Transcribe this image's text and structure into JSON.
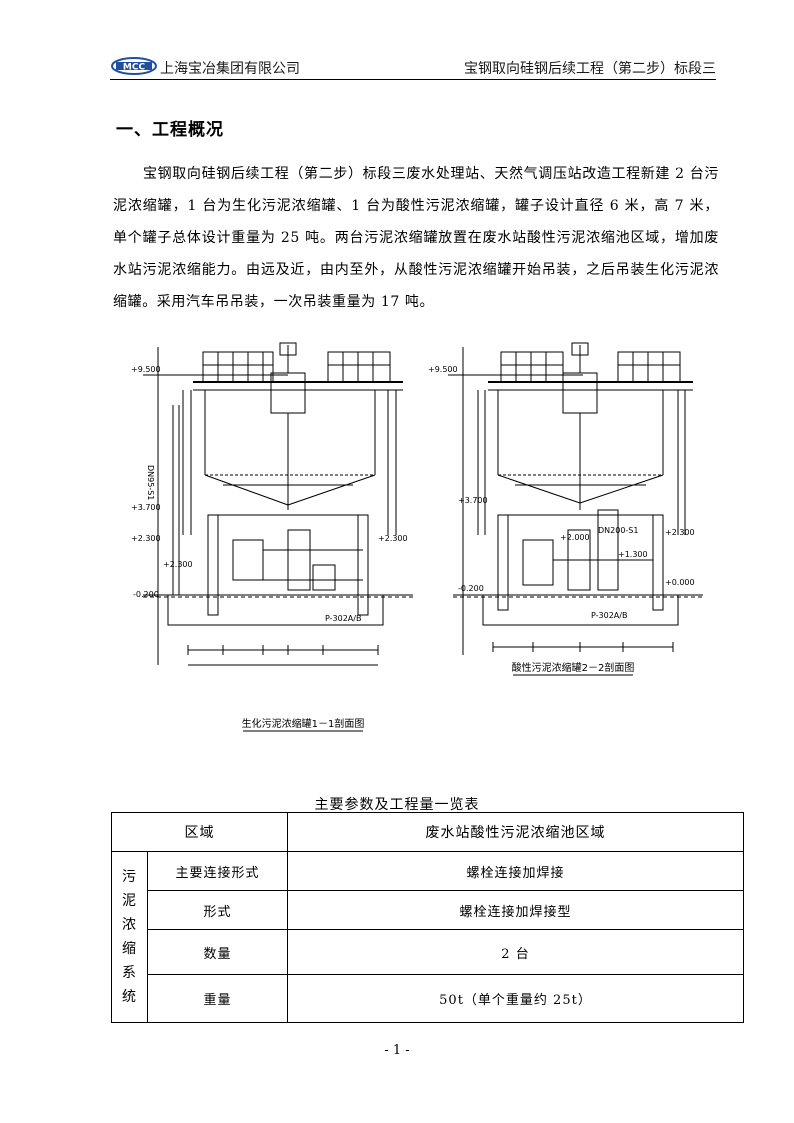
{
  "header": {
    "logo_text": "MCC",
    "company": "上海宝冶集团有限公司",
    "project": "宝钢取向硅钢后续工程（第二步）标段三"
  },
  "section": {
    "title": "一、工程概况",
    "paragraph": "宝钢取向硅钢后续工程（第二步）标段三废水处理站、天然气调压站改造工程新建 2 台污泥浓缩罐，1 台为生化污泥浓缩罐、1 台为酸性污泥浓缩罐，罐子设计直径 6 米，高 7 米，单个罐子总体设计重量为 25 吨。两台污泥浓缩罐放置在废水站酸性污泥浓缩池区域，增加废水站污泥浓缩能力。由远及近，由内至外，从酸性污泥浓缩罐开始吊装，之后吊装生化污泥浓缩罐。采用汽车吊吊装，一次吊装重量为 17 吨。"
  },
  "drawing": {
    "left": {
      "elev_9500": "+9.500",
      "elev_3700": "+3.700",
      "elev_2300a": "+2.300",
      "elev_2300b": "+2.300",
      "elev_2300c": "+2.300",
      "elev_m0200": "-0.200",
      "pipe_label": "DN95-S1",
      "pump_label": "P-302A/B",
      "caption": "生化污泥浓缩罐1－1剖面图"
    },
    "right": {
      "elev_9500": "+9.500",
      "elev_3700": "+3.700",
      "elev_2300": "+2.300",
      "elev_2000": "+2.000",
      "elev_1300": "+1.300",
      "elev_0000": "+0.000",
      "elev_m0200": "-0.200",
      "pipe_label": "DN200-S1",
      "pump_label": "P-302A/B",
      "caption": "酸性污泥浓缩罐2－2剖面图"
    }
  },
  "table": {
    "caption": "主要参数及工程量一览表",
    "region_label": "区域",
    "region_value": "废水站酸性污泥浓缩池区域",
    "group_label": [
      "污",
      "泥",
      "浓",
      "缩",
      "系",
      "统"
    ],
    "rows": [
      {
        "label": "主要连接形式",
        "value": "螺栓连接加焊接"
      },
      {
        "label": "形式",
        "value": "螺栓连接加焊接型"
      },
      {
        "label": "数量",
        "value": "2 台"
      },
      {
        "label": "重量",
        "value": "50t（单个重量约 25t）"
      }
    ]
  },
  "page_number": "- 1 -",
  "colors": {
    "logo_blue": "#1f4fa0",
    "line": "#000000"
  }
}
